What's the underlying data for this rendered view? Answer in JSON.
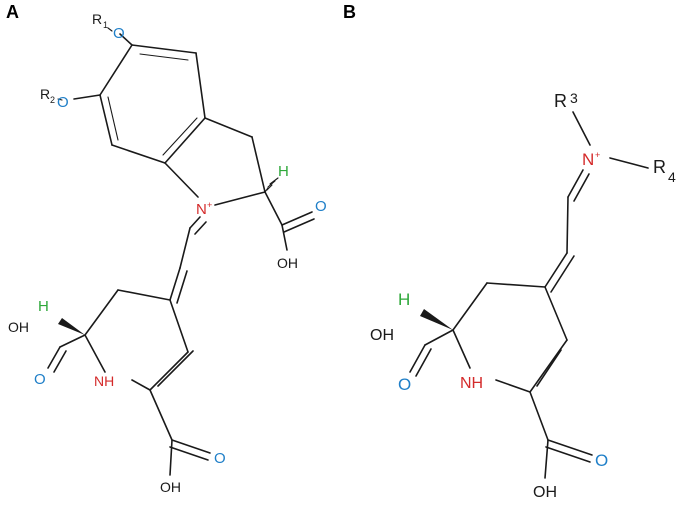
{
  "panels": [
    {
      "label": "A",
      "atoms": {
        "r1_label": "R",
        "r1_sub": "1",
        "r1_o": "O",
        "r2_label": "R",
        "r2_sub": "2",
        "r2_o": "O",
        "h_top": "H",
        "n_plus": "N",
        "n_charge": "+",
        "cooh_top_o": "O",
        "cooh_top_oh": "OH",
        "h_left": "H",
        "ho_left": "OH",
        "o_left": "O",
        "nh": "NH",
        "cooh_bottom_o": "O",
        "cooh_bottom_oh": "OH"
      }
    },
    {
      "label": "B",
      "atoms": {
        "r3_label": "R",
        "r3_sub": "3",
        "r4_label": "R",
        "r4_sub": "4",
        "n_plus": "N",
        "n_charge": "+",
        "h_left": "H",
        "ho_left": "OH",
        "o_left": "O",
        "nh": "NH",
        "cooh_bottom_o": "O",
        "cooh_bottom_oh": "OH"
      }
    }
  ],
  "colors": {
    "bond": "#1a1a1a",
    "oxygen": "#1f7fc8",
    "nitrogen": "#d42a2a",
    "hydrogen": "#2ea83a",
    "carbon_text": "#1a1a1a"
  }
}
